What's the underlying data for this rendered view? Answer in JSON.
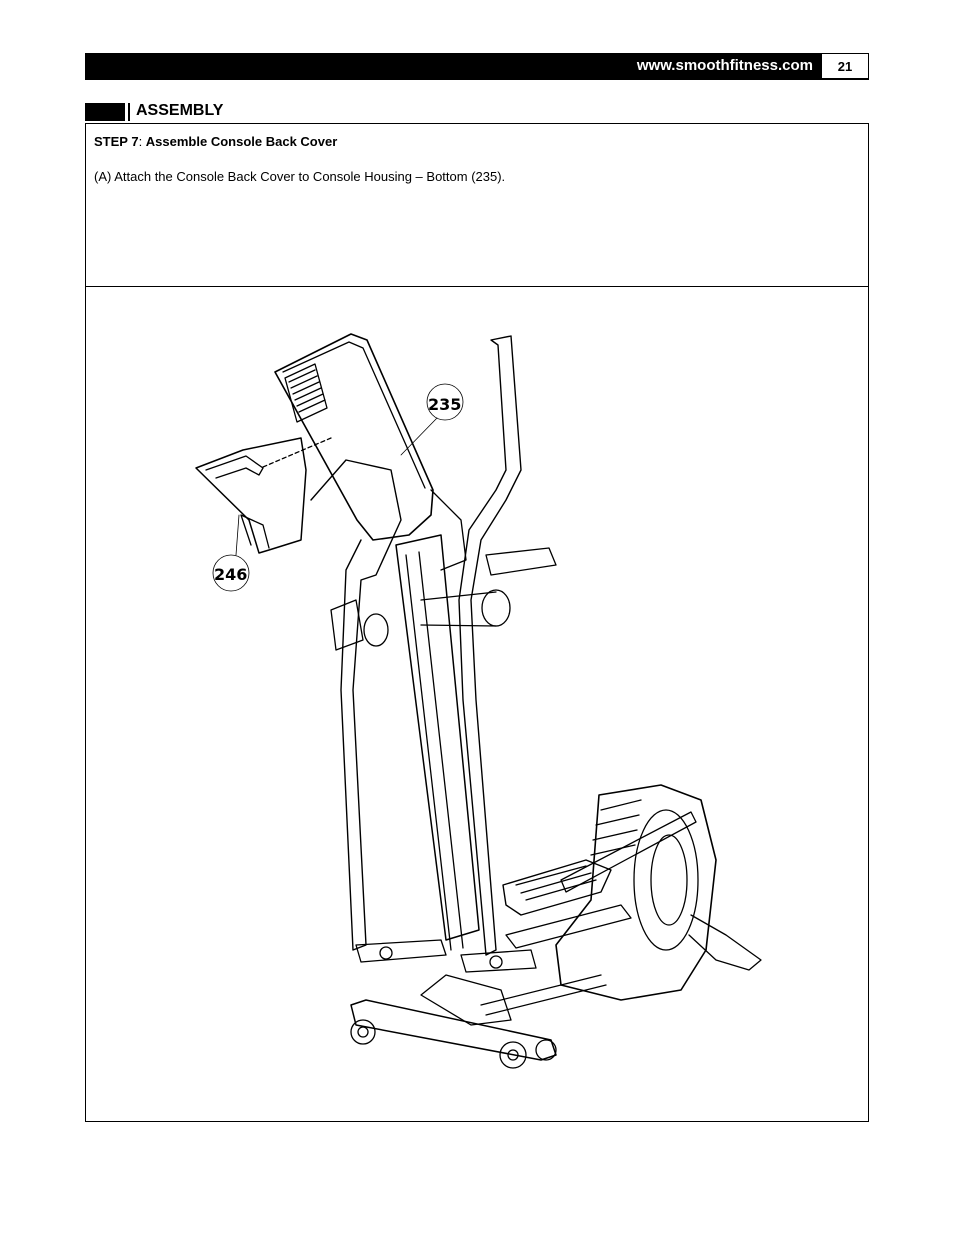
{
  "header": {
    "website": "www.smoothfitness.com",
    "page_number": "21"
  },
  "section": {
    "title": "ASSEMBLY"
  },
  "step": {
    "label": "STEP 7",
    "separator": ": ",
    "title": "Assemble Console Back Cover",
    "instruction": "(A) Attach the Console Back Cover to Console Housing – Bottom (235)."
  },
  "figure": {
    "callouts": [
      "235",
      "246"
    ],
    "subject": "elliptical-trainer-line-drawing"
  }
}
